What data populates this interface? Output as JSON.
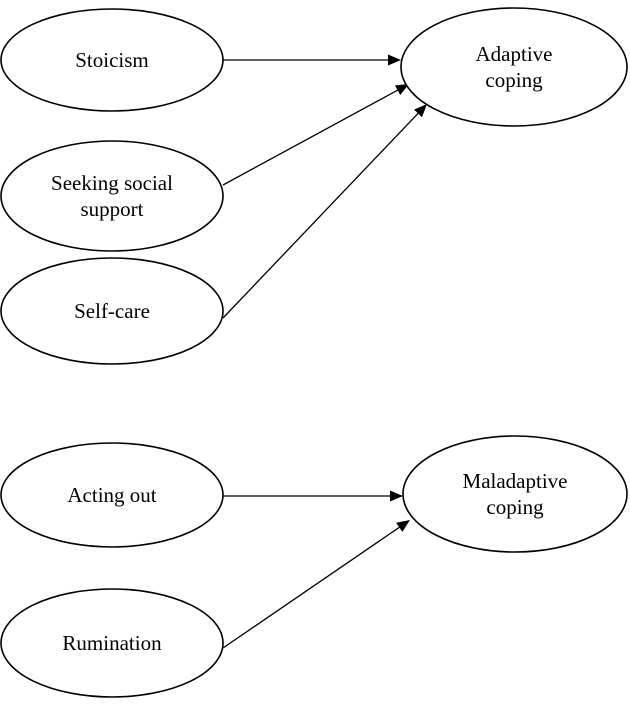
{
  "diagram": {
    "nodes": [
      {
        "id": "stoicism",
        "lines": [
          "Stoicism"
        ]
      },
      {
        "id": "seeking-social-support",
        "lines": [
          "Seeking social",
          "support"
        ]
      },
      {
        "id": "self-care",
        "lines": [
          "Self-care"
        ]
      },
      {
        "id": "adaptive-coping",
        "lines": [
          "Adaptive",
          "coping"
        ]
      },
      {
        "id": "acting-out",
        "lines": [
          "Acting out"
        ]
      },
      {
        "id": "rumination",
        "lines": [
          "Rumination"
        ]
      },
      {
        "id": "maladaptive-coping",
        "lines": [
          "Maladaptive",
          "coping"
        ]
      }
    ],
    "edges": [
      {
        "from": "stoicism",
        "to": "adaptive-coping"
      },
      {
        "from": "seeking-social-support",
        "to": "adaptive-coping"
      },
      {
        "from": "self-care",
        "to": "adaptive-coping"
      },
      {
        "from": "acting-out",
        "to": "maladaptive-coping"
      },
      {
        "from": "rumination",
        "to": "maladaptive-coping"
      }
    ],
    "colors": {
      "stroke": "#000000",
      "fill": "#ffffff",
      "text": "#000000"
    }
  }
}
